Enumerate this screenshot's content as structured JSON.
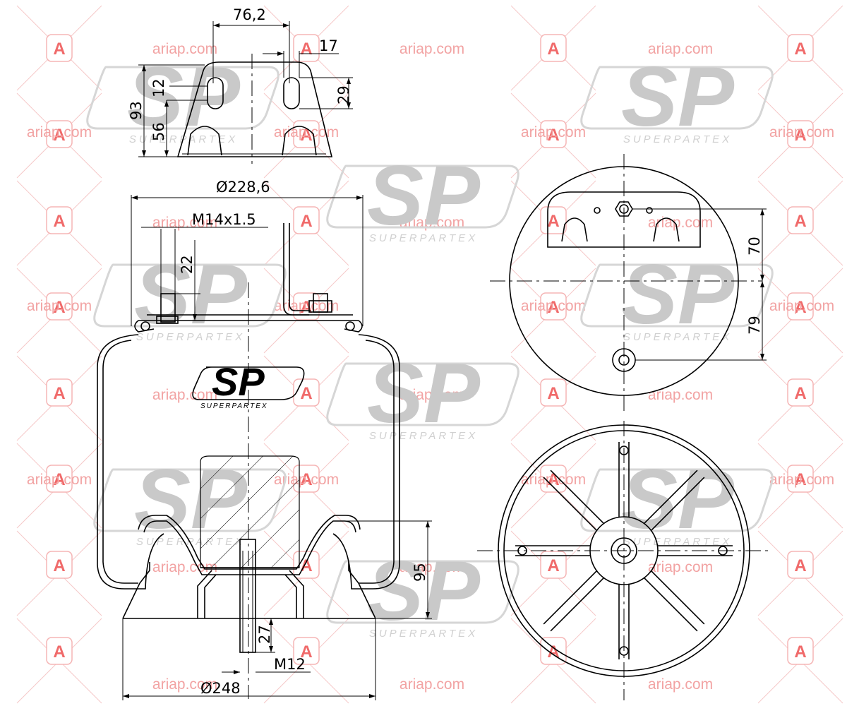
{
  "watermark": {
    "site": "ariap.com",
    "badge_letter": "A",
    "brand": "SP",
    "brand_sub": "SUPERPARTEX"
  },
  "logo": {
    "brand": "SP",
    "brand_sub": "SUPERPARTEX"
  },
  "dimensions": {
    "bracket_width": "76,2",
    "bracket_slot_width": "17",
    "bracket_height": "93",
    "bracket_slot": "12",
    "bracket_base": "56",
    "bracket_slot_height": "29",
    "top_diameter": "Ø228,6",
    "stud_thread": "M14x1.5",
    "stud_length": "22",
    "top_offset_1": "70",
    "top_offset_2": "79",
    "piston_height": "95",
    "bolt_length": "27",
    "bolt_thread": "M12",
    "bottom_diameter": "Ø248"
  },
  "colors": {
    "watermark_text": "#f2a3a3",
    "watermark_badge": "#f06a6a",
    "ghost_logo": "#c9c9c9",
    "line": "#000000"
  }
}
